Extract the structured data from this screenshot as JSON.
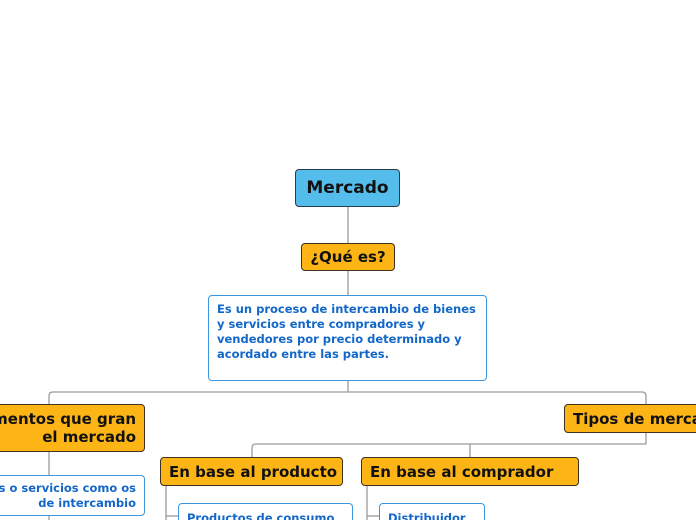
{
  "root": {
    "label": "Mercado"
  },
  "question": {
    "label": "¿Qué es?"
  },
  "definition": {
    "text": "Es un proceso de intercambio de bienes y servicios entre compradores y vendedores por precio determinado y acordado entre las partes."
  },
  "elements": {
    "label": "mentos que gran el mercado",
    "note": "s o servicios como os de intercambio"
  },
  "types": {
    "label": "Tipos de merca",
    "product": {
      "label": "En base al producto",
      "first_item": "Productos de consumo"
    },
    "buyer": {
      "label": "En base al comprador",
      "first_item": "Distribuidor"
    }
  },
  "colors": {
    "root": "#54bdec",
    "topic": "#fdb515",
    "note_border": "#3b96de",
    "note_text": "#1267c9",
    "connector": "#999999"
  }
}
